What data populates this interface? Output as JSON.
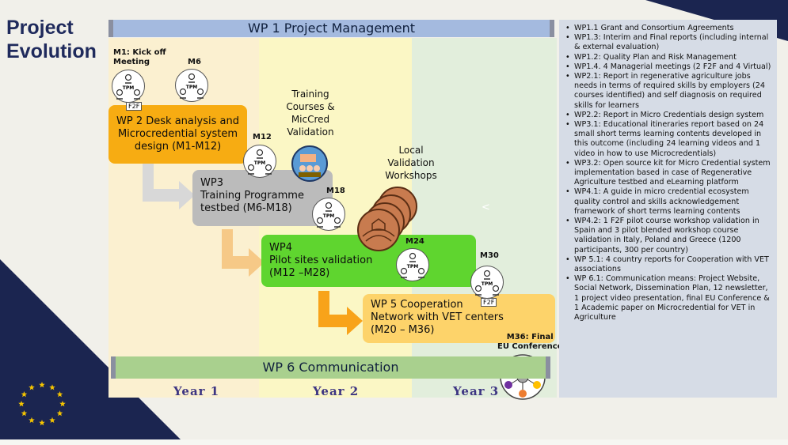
{
  "title": {
    "line1": "Project",
    "line2": "Evolution"
  },
  "wp1": "WP 1 Project Management",
  "wp6": "WP 6 Communication",
  "years": [
    "Year 1",
    "Year 2",
    "Year 3"
  ],
  "wp2": {
    "line1": "WP 2 Desk analysis and",
    "line2": "Microcredential system",
    "line3": "design (M1-M12)"
  },
  "wp3": {
    "line1": "WP3",
    "line2": "Training Programme",
    "line3": "testbed (M6-M18)"
  },
  "wp4": {
    "line1": "WP4",
    "line2": "Pilot sites validation",
    "line3": "(M12 –M28)"
  },
  "wp5": {
    "line1": "WP 5 Cooperation",
    "line2": "Network with VET centers",
    "line3": "(M20 – M36)"
  },
  "milestones": {
    "m1": {
      "line1": "M1: Kick off",
      "line2": "Meeting"
    },
    "m6": "M6",
    "m12": "M12",
    "m18": "M18",
    "m24": "M24",
    "m30": "M30",
    "m36": {
      "line1": "M36: Final",
      "line2": "EU Conference"
    }
  },
  "training": {
    "line1": "Training",
    "line2": "Courses &",
    "line3": "MicCred",
    "line4": "Validation"
  },
  "local": {
    "line1": "Local",
    "line2": "Validation",
    "line3": "Workshops"
  },
  "icon_labels": {
    "tpm": "TPM",
    "f2f": "F2F"
  },
  "chevron": "<",
  "colors": {
    "navy": "#1b2550",
    "wp2": "#f7ac12",
    "wp3": "#bbbbbb",
    "wp4": "#5fd52f",
    "wp5": "#fdd36a",
    "wp1": "#a4badf",
    "wp6": "#a9d08e",
    "eu_star": "#f5c400"
  },
  "deliverables": [
    "WP1.1 Grant and Consortium Agreements",
    "WP1.3: Interim and Final reports (including internal & external evaluation)",
    "WP1.2: Quality Plan and Risk Management",
    "WP1.4. 4 Managerial meetings (2 F2F and 4 Virtual)",
    "WP2.1: Report in regenerative agriculture jobs needs in terms of  required skills by employers (24 courses identified) and self diagnosis on required skills for learners",
    "WP2.2: Report in Micro Credentials design system",
    "WP3.1: Educational itineraries report based on 24 small short terms learning contents developed in this outcome (including 24 learning  videos and 1 video in how to use Microcredentials)",
    "WP3.2: Open source kit for Micro Credential system  implementation based in case of Regenerative Agriculture testbed and eLearning platform",
    "WP4.1: A guide in micro credential ecosystem quality control   and skills acknowledgement framework of short terms learning contents",
    "WP4.2: 1 F2F pilot course workshop validation in Spain and 3 pilot blended workshop course validation in Italy, Poland and Greece (1200 participants, 300 per country)",
    "WP 5.1: 4 country reports for Cooperation  with VET associations",
    "WP 6.1: Communication means: Project Website, Social Network, Dissemination Plan, 12 newsletter, 1 project video presentation, final EU Conference & 1 Academic paper on Microcredential for VET in Agriculture"
  ]
}
